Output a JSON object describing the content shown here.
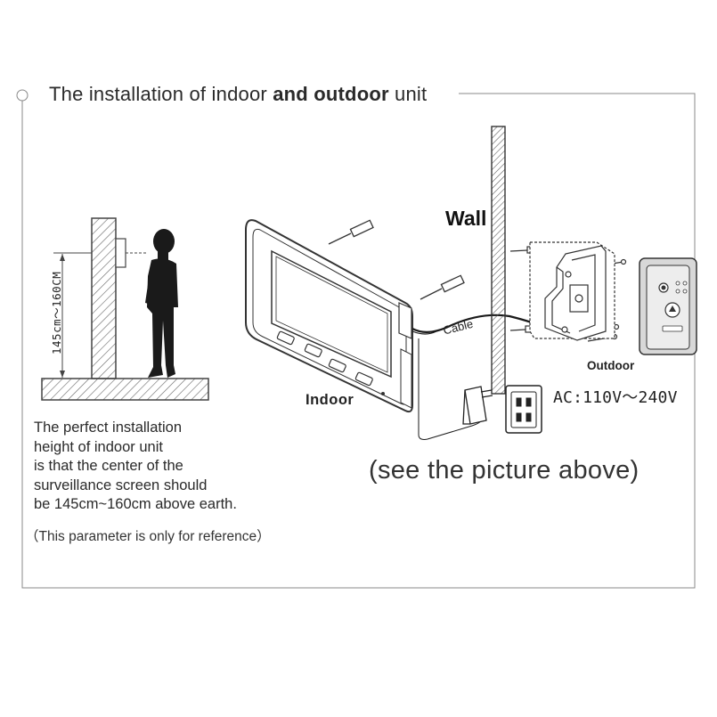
{
  "header": {
    "title_part1": "The installation of indoor ",
    "title_bold1": "and",
    "title_space": " ",
    "title_bold2": "outdoor",
    "title_part2": " unit"
  },
  "labels": {
    "wall": "Wall",
    "cable": "Cable",
    "indoor": "Indoor",
    "outdoor": "Outdoor",
    "ac": "AC:110V～240V",
    "height": "145cm～160CM"
  },
  "description": {
    "lines": [
      "The perfect installation",
      "height of indoor unit",
      "is that the center of the",
      "surveillance screen should",
      "be 145cm~160cm above earth."
    ]
  },
  "note": "（This parameter is only for reference）",
  "caption": "(see the picture above)"
}
